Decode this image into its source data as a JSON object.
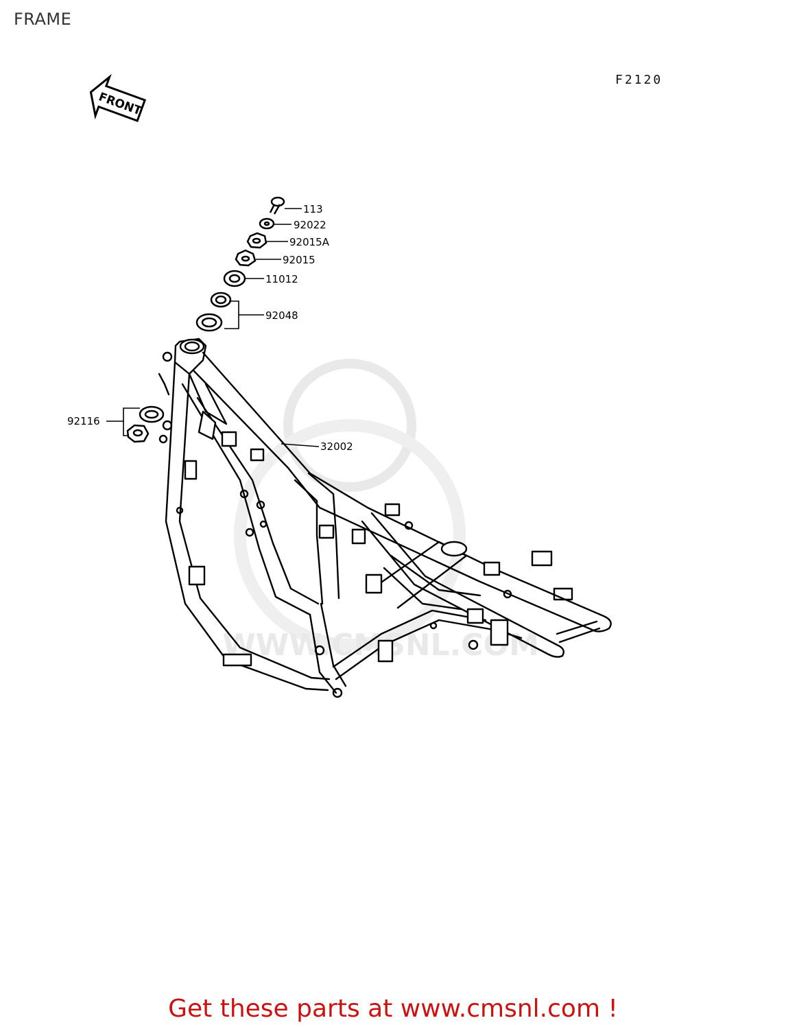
{
  "header": {
    "title": "FRAME"
  },
  "diagram": {
    "code": "F2120",
    "front_label": "FRONT",
    "parts": [
      {
        "id": "113",
        "label": "113"
      },
      {
        "id": "92022",
        "label": "92022"
      },
      {
        "id": "92015A",
        "label": "92015A"
      },
      {
        "id": "92015",
        "label": "92015"
      },
      {
        "id": "11012",
        "label": "11012"
      },
      {
        "id": "92048",
        "label": "92048"
      },
      {
        "id": "92116",
        "label": "92116"
      },
      {
        "id": "32002",
        "label": "32002"
      }
    ],
    "watermark": "WWW.CMSNL.COM"
  },
  "footer": {
    "link_text": "Get these parts at www.cmsnl.com !"
  },
  "colors": {
    "footer": "#cc1111",
    "line": "#000000",
    "watermark": "#d8d8d8"
  }
}
